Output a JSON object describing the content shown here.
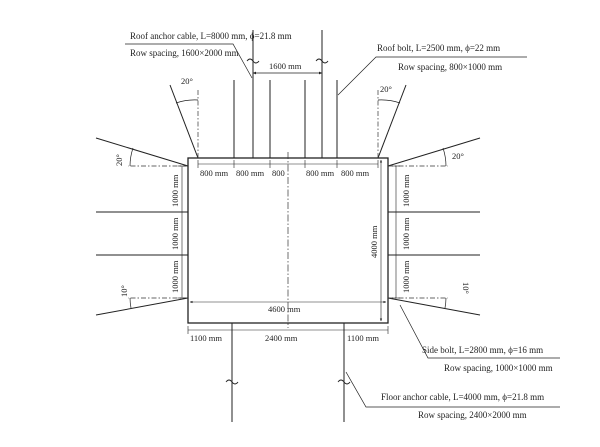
{
  "annotations": {
    "roof_anchor_cable": "Roof anchor cable, L=8000 mm, ϕ=21.8 mm",
    "roof_anchor_spacing": "Row spacing, 1600×2000 mm",
    "roof_bolt": "Roof bolt, L=2500 mm, ϕ=22 mm",
    "roof_bolt_spacing": "Row spacing, 800×1000 mm",
    "side_bolt": "Side bolt, L=2800 mm, ϕ=16 mm",
    "side_bolt_spacing": "Row spacing, 1000×1000 mm",
    "floor_anchor_cable": "Floor anchor cable, L=4000 mm, ϕ=21.8 mm",
    "floor_anchor_spacing": "Row spacing, 2400×2000 mm"
  },
  "dimensions": {
    "top_anchor_gap": "1600 mm",
    "top_bolt_spacings": [
      "800 mm",
      "800 mm",
      "800",
      "800 mm",
      "800 mm"
    ],
    "left_side": [
      "1000 mm",
      "1000 mm",
      "1000 mm"
    ],
    "right_side": [
      "1000 mm",
      "1000 mm",
      "1000 mm"
    ],
    "height": "4000 mm",
    "width": "4600 mm",
    "bottom": [
      "1100 mm",
      "2400 mm",
      "1100 mm"
    ]
  },
  "angles": {
    "top_left": "20°",
    "top_right": "20°",
    "upper_left": "20°",
    "upper_right": "20°",
    "lower_left": "10°",
    "lower_right": "10°"
  }
}
